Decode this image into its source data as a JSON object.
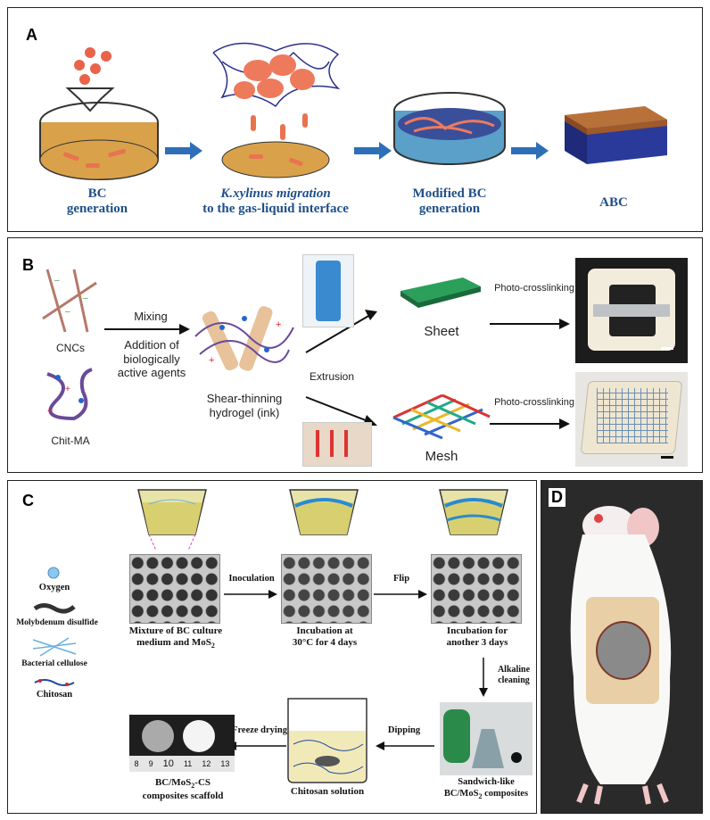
{
  "panelA": {
    "label": "A",
    "steps": [
      {
        "line1": "BC",
        "line2": "generation"
      },
      {
        "line1": "K.xylinus migration",
        "line2": "to the gas-liquid interface"
      },
      {
        "line1": "Modified BC",
        "line2": "generation"
      },
      {
        "line1": "ABC",
        "line2": ""
      }
    ]
  },
  "panelB": {
    "label": "B",
    "cncs": "CNCs",
    "chitma": "Chit-MA",
    "mixing": "Mixing",
    "addition": "Addition of biologically active agents",
    "hydrogel_l1": "Shear-thinning",
    "hydrogel_l2": "hydrogel (ink)",
    "extrusion": "Extrusion",
    "sheet": "Sheet",
    "mesh": "Mesh",
    "photo1": "Photo-crosslinking",
    "photo2": "Photo-crosslinking"
  },
  "panelC": {
    "label": "C",
    "legend": [
      "Oxygen",
      "Molybdenum disulfide",
      "Bacterial cellulose",
      "Chitosan"
    ],
    "inoculation": "Inoculation",
    "flip": "Flip",
    "plate1_l1": "Mixture of BC culture",
    "plate1_l2": "medium and MoS",
    "plate1_sub": "2",
    "plate2_l1": "Incubation at",
    "plate2_l2": "30°C for 4 days",
    "plate3_l1": "Incubation  for",
    "plate3_l2": "another 3 days",
    "alkaline_l1": "Alkaline",
    "alkaline_l2": "cleaning",
    "dipping": "Dipping",
    "freeze": "Freeze drying",
    "chitosan_sol": "Chitosan solution",
    "sandwich_l1": "Sandwich-like",
    "sandwich_l2": "BC/MoS",
    "sandwich_sub": "2",
    "sandwich_l2b": " composites",
    "scaffold_l1": "BC/MoS",
    "scaffold_sub": "2",
    "scaffold_l1b": "-CS",
    "scaffold_l2": "composites scaffold",
    "ruler": [
      "8",
      "9",
      "10",
      "11",
      "12",
      "13"
    ]
  },
  "panelD": {
    "label": "D"
  },
  "colors": {
    "arrow_blue": "#2e6fb8",
    "label_blue": "#1f4f8a",
    "bacteria": "#e9734f",
    "agar": "#d9a24a"
  }
}
